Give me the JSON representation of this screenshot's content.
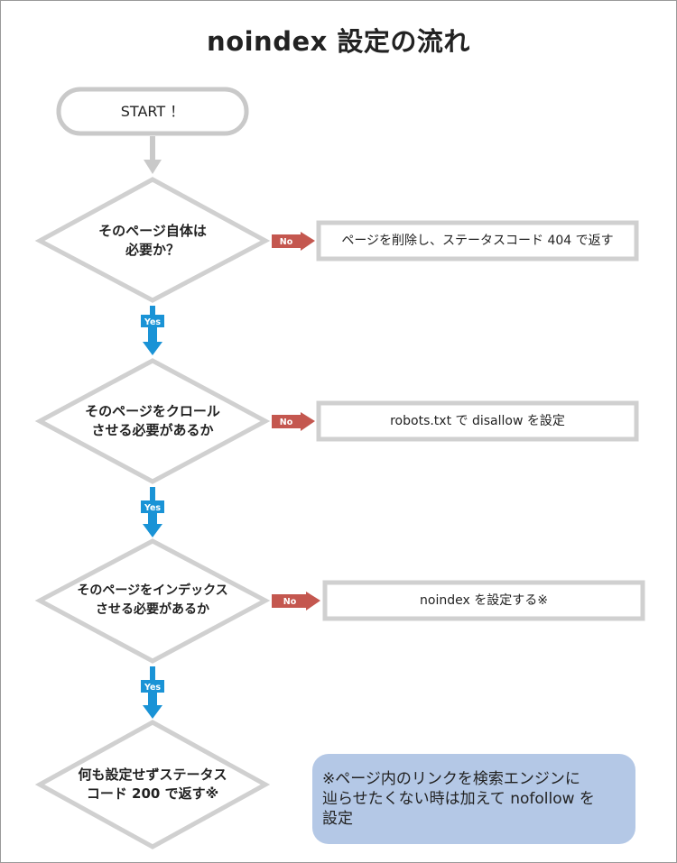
{
  "title": "noindex 設定の流れ",
  "start": "START ！",
  "decisions": [
    {
      "text": "そのページ自体は\n必要か？",
      "no_label": "No",
      "yes_label": "Yes",
      "no_action": "ページを削除し、ステータスコード 404 で返す"
    },
    {
      "text": "そのページをクロール\nさせる必要があるか",
      "no_label": "No",
      "yes_label": "Yes",
      "no_action": "robots.txt で disallow を設定"
    },
    {
      "text": "そのページをインデックス\nさせる必要があるか",
      "no_label": "No",
      "yes_label": "Yes",
      "no_action": "noindex を設定する※"
    }
  ],
  "end": "何も設定せずステータス\nコード 200 で返す※",
  "note": "※ページ内のリンクを検索エンジンに\n辿らせたくない時は加えて nofollow を\n設定",
  "colors": {
    "yes": "#1a93d6",
    "no": "#c4574f",
    "shape_border": "#c9c9c9",
    "note_bg": "#b4c8e6"
  }
}
